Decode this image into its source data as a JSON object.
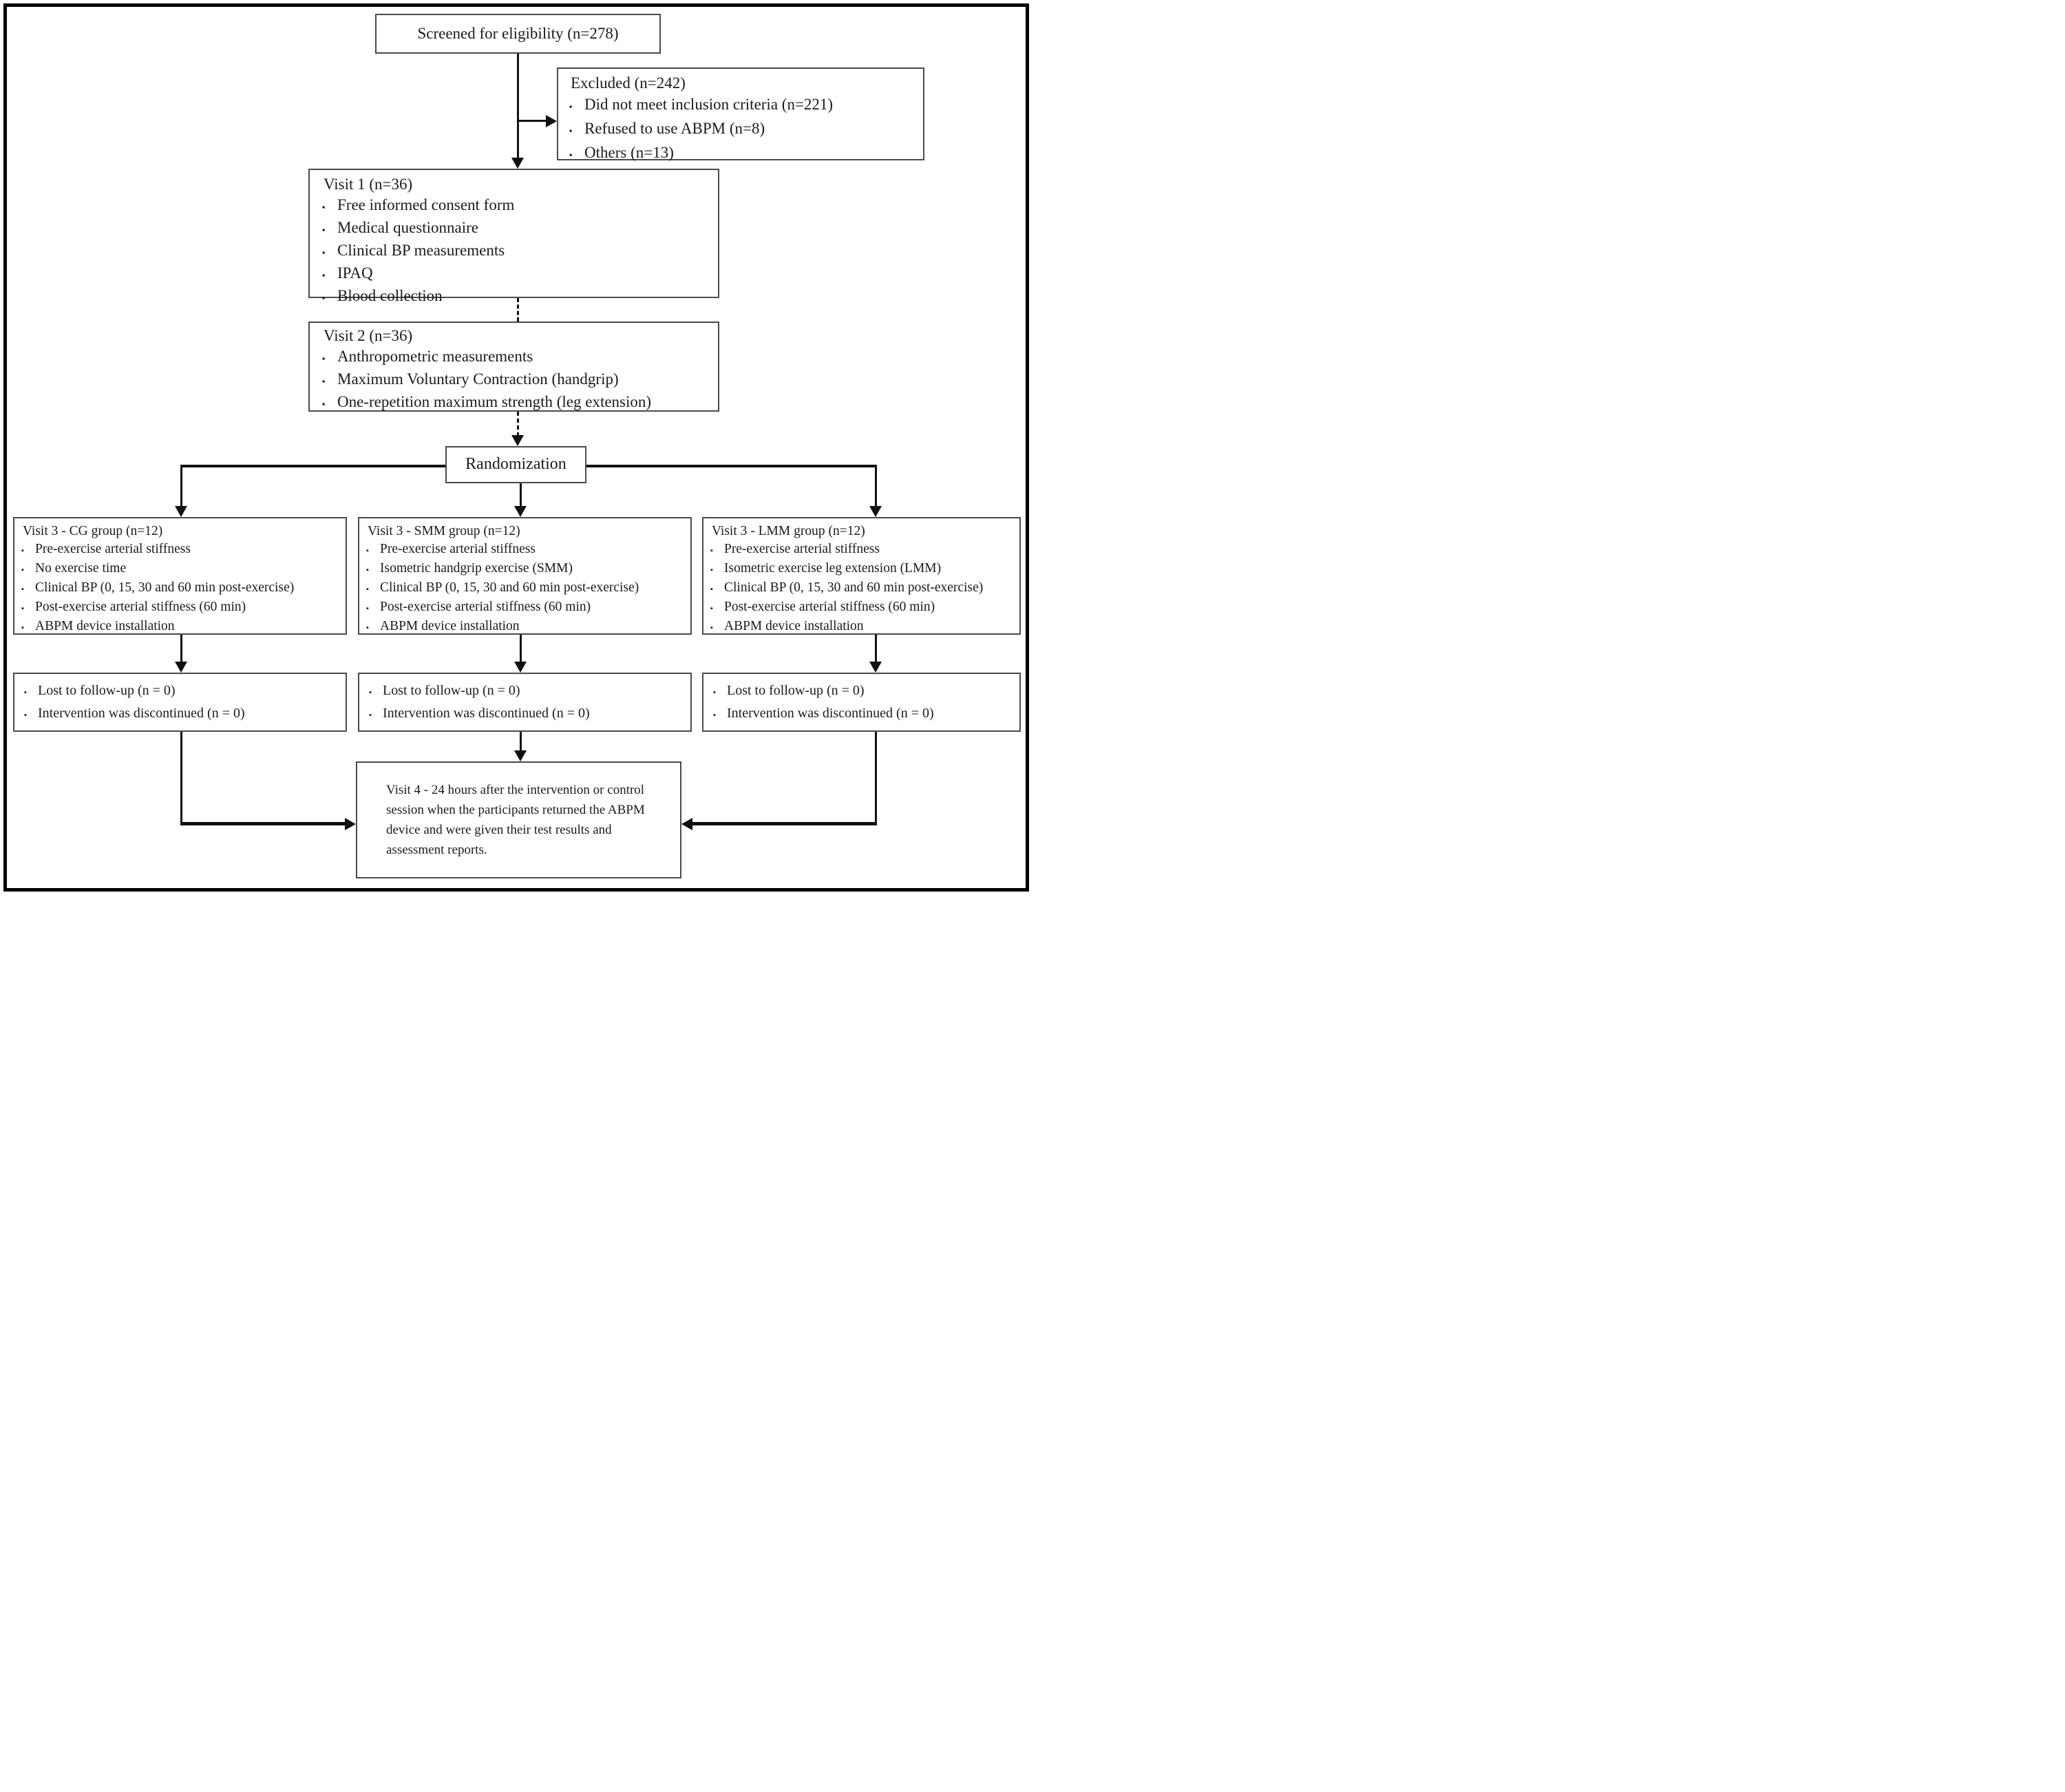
{
  "diagram": {
    "bullet": "▪",
    "screened": {
      "label": "Screened for eligibility (n=278)"
    },
    "excluded": {
      "title": "Excluded (n=242)",
      "items": [
        "Did not meet inclusion criteria (n=221)",
        "Refused to use ABPM (n=8)",
        "Others (n=13)"
      ]
    },
    "visit1": {
      "title": "Visit 1 (n=36)",
      "items": [
        "Free informed consent form",
        "Medical questionnaire",
        "Clinical BP measurements",
        "IPAQ",
        "Blood collection"
      ]
    },
    "visit2": {
      "title": "Visit 2 (n=36)",
      "items": [
        "Anthropometric measurements",
        "Maximum Voluntary Contraction (handgrip)",
        "One-repetition maximum strength (leg extension)"
      ]
    },
    "randomization": {
      "label": "Randomization"
    },
    "groups": [
      {
        "title": "Visit 3 - CG group (n=12)",
        "items": [
          "Pre-exercise arterial stiffness",
          "No exercise time",
          "Clinical BP (0, 15, 30 and 60 min post-exercise)",
          "Post-exercise arterial stiffness (60 min)",
          "ABPM device installation"
        ]
      },
      {
        "title": "Visit 3 - SMM group (n=12)",
        "items": [
          "Pre-exercise arterial stiffness",
          "Isometric handgrip exercise (SMM)",
          "Clinical BP (0, 15, 30 and 60 min post-exercise)",
          "Post-exercise arterial stiffness (60 min)",
          "ABPM device installation"
        ]
      },
      {
        "title": "Visit 3 - LMM group (n=12)",
        "items": [
          "Pre-exercise arterial stiffness",
          "Isometric exercise leg extension (LMM)",
          "Clinical BP (0, 15, 30 and 60 min post-exercise)",
          "Post-exercise arterial stiffness (60 min)",
          "ABPM device installation"
        ]
      }
    ],
    "followup": [
      {
        "items": [
          "Lost to follow-up (n = 0)",
          "Intervention was discontinued (n = 0)"
        ]
      },
      {
        "items": [
          "Lost to follow-up (n = 0)",
          "Intervention was discontinued (n = 0)"
        ]
      },
      {
        "items": [
          "Lost to follow-up (n = 0)",
          "Intervention was discontinued (n = 0)"
        ]
      }
    ],
    "visit4": {
      "text": "Visit 4 - 24 hours after the intervention or control session when the participants returned the ABPM device and were given their test results and assessment reports."
    },
    "colors": {
      "frame": "#000000",
      "box_border": "#4a4a4a",
      "line": "#111111",
      "text": "#1b1b1b",
      "bg": "#ffffff"
    }
  }
}
